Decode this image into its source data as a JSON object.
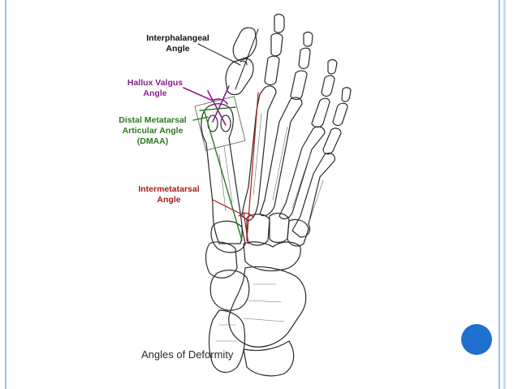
{
  "labels": {
    "interphalangeal_line1": "Interphalangeal",
    "interphalangeal_line2": "Angle",
    "hallux_line1": "Hallux Valgus",
    "hallux_line2": "Angle",
    "dmaa_line1": "Distal Metatarsal",
    "dmaa_line2": "Articular Angle",
    "dmaa_line3": "(DMAA)",
    "intermetatarsal_line1": "Intermetatarsal",
    "intermetatarsal_line2": "Angle"
  },
  "caption": "Angles of Deformity",
  "colors": {
    "interphalangeal": "#111111",
    "hallux_valgus": "#8b1d8c",
    "dmaa": "#2c7a1e",
    "intermetatarsal": "#a81c1c",
    "accent_dot": "#1f6fd0",
    "slide_border": "#9cc3e6"
  }
}
